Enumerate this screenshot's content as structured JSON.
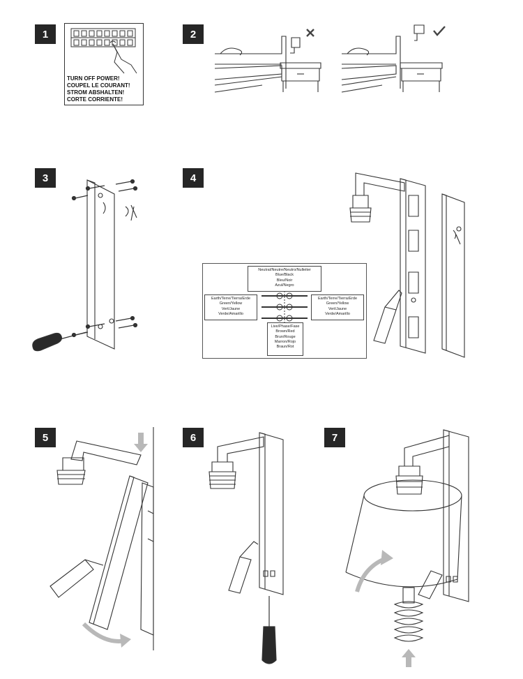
{
  "steps": [
    {
      "number": "1"
    },
    {
      "number": "2"
    },
    {
      "number": "3"
    },
    {
      "number": "4"
    },
    {
      "number": "5"
    },
    {
      "number": "6"
    },
    {
      "number": "7"
    }
  ],
  "warning": {
    "lines": [
      "TURN OFF POWER!",
      "COUPEL LE COURANT!",
      "STROM ABSHALTEN!",
      "CORTE CORRIENTE!"
    ]
  },
  "bed_check": {
    "wrong_icon": "cross-icon",
    "right_icon": "check-icon"
  },
  "wiring": {
    "neutral": [
      "Neutral/Neutre/Neutro/Nulleiter",
      "Blue/Black",
      "Bleu/Noir",
      "Azul/Negro"
    ],
    "earth_left": [
      "Earth/Terre/Tierra/Erde",
      "Green/Yellow",
      "Vert/Jaune",
      "Verde/Amarillo"
    ],
    "earth_right": [
      "Earth/Terre/Tierra/Erde",
      "Green/Yellow",
      "Vert/Jaune",
      "Verde/Amarillo"
    ],
    "live": [
      "Live/Phase/Fase",
      "Brown/Red",
      "Brun/Rouge",
      "Marron/Rojo",
      "Braun/Rot"
    ]
  },
  "colors": {
    "ink": "#262626",
    "arrow": "#b8b8b8"
  }
}
